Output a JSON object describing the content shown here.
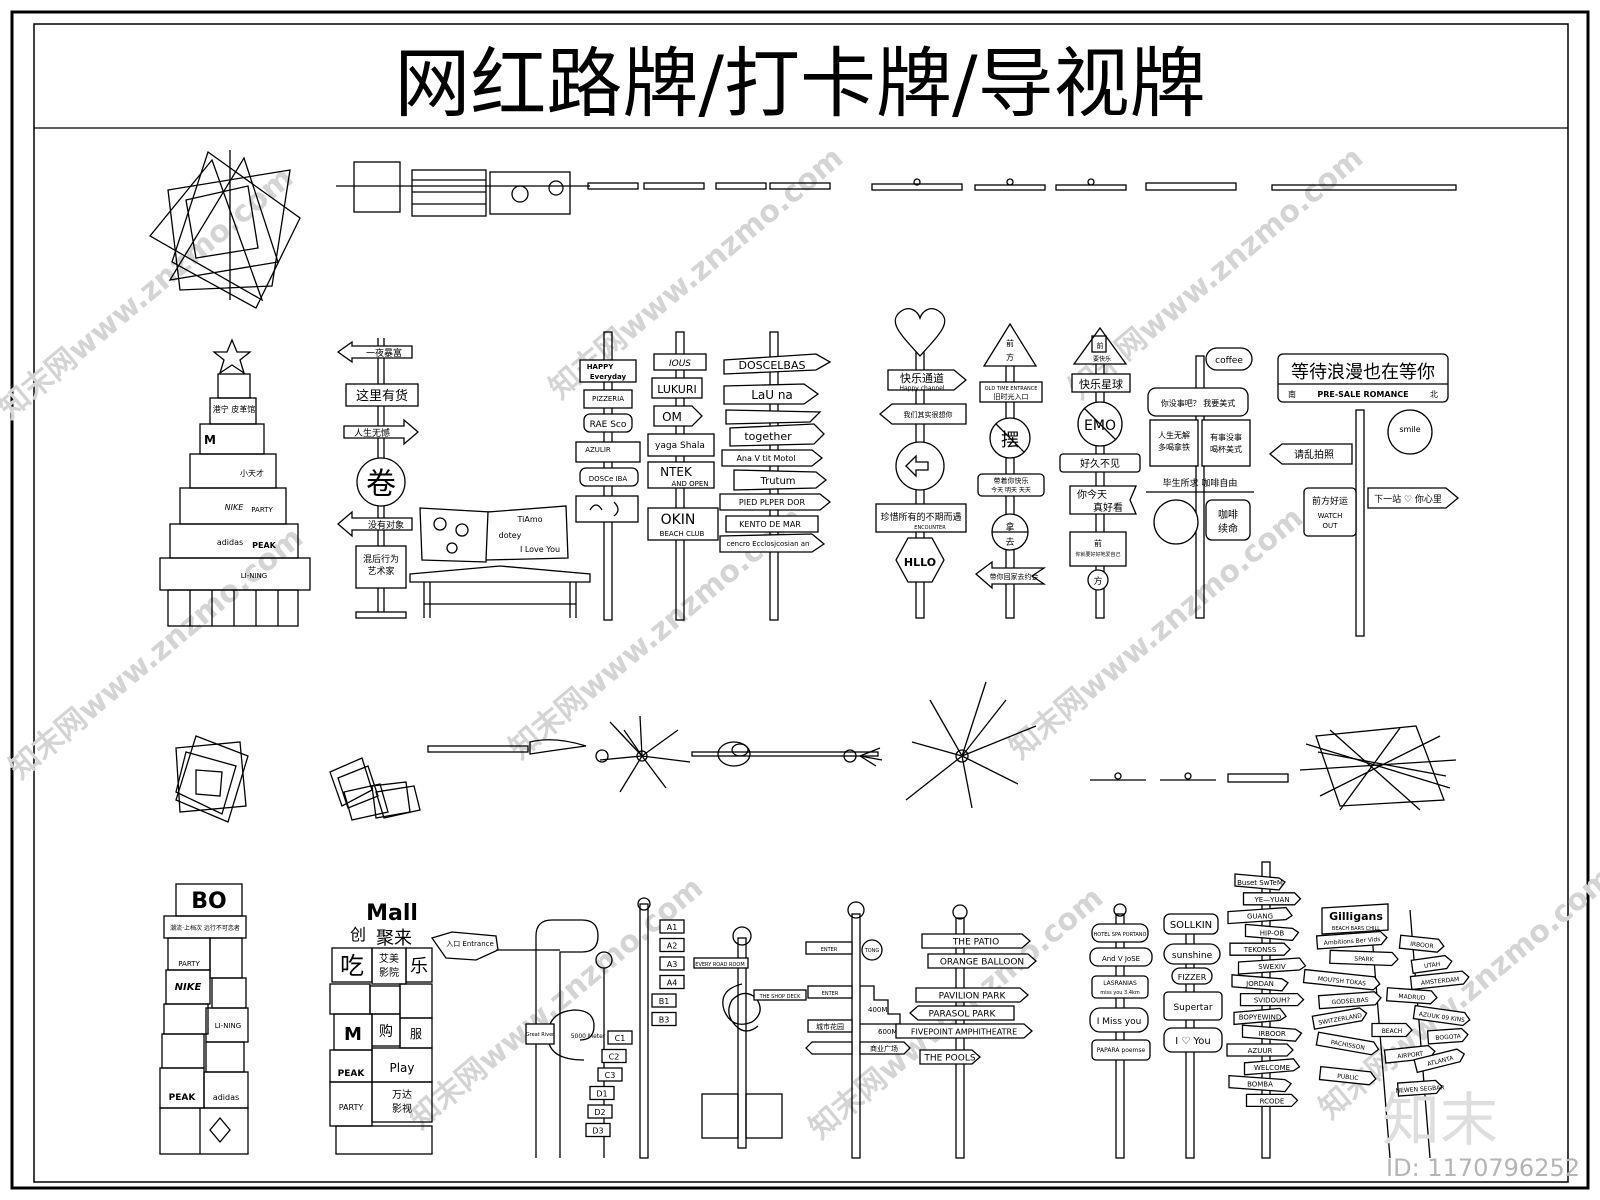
{
  "title": "网红路牌/打卡牌/导视牌",
  "watermark": "知末网www.znzmo.com",
  "brand_mark": "知末",
  "id_label": "ID: 1170796252",
  "colors": {
    "line": "#000000",
    "paper": "#ffffff",
    "watermark": "#d4d4d4"
  },
  "row2": {
    "tree_boxes": [
      "港宁\n皮革馆",
      "M",
      "小天才",
      "NIKE",
      "PARTY",
      "adidas",
      "PEAK",
      "LI-NING"
    ],
    "arrow_pole": [
      "一夜暴富",
      "这里有货",
      "人生无憾",
      "卷",
      "没有对象",
      "混后行为\n艺术家"
    ],
    "bench": [
      "TiAmo",
      "dotey",
      "I Love You"
    ],
    "pole_a": [
      "HAPPY",
      "Everyday",
      "PIZZERIA",
      "RAE Sco",
      "AZULIR",
      "DOSCe IBA"
    ],
    "pole_b": [
      "IOUS",
      "LUKURI",
      "OM",
      "yaga Shala",
      "NTEK",
      "AND OPEN",
      "OKIN",
      "BEACH CLUB"
    ],
    "pole_c": [
      "DOSCELBAS",
      "LaU na",
      "together",
      "Ana V  tit Motol",
      "Trutum",
      "PIED PLPER DOR",
      "KENTO DE MAR",
      "cencro Ecclosjcosian an"
    ],
    "pole_heart": [
      "快乐通道",
      "Happy channel",
      "我们其实很想你",
      "珍惜所有的不期而遇",
      "ENCOUNTER",
      "HLLO"
    ],
    "pole_triangle": [
      "前",
      "方",
      "OLD TIME ENTRANCE",
      "旧时光入口",
      "摆",
      "带着你快乐",
      "今天  明天  天天",
      "拿",
      "去",
      "带你回家去约会"
    ],
    "pole_emo": [
      "前",
      "要快乐",
      "快乐星球",
      "EMO",
      "好久不见",
      "你今天",
      "真好看",
      "前",
      "方"
    ],
    "pole_coffee": [
      "coffee",
      "你没事吧？ 我要美式",
      "人生无解\n多喝拿铁",
      "有事没事\n喝杯美式",
      "毕生所求 咖啡自由",
      "咖啡\n续命"
    ],
    "pole_romance": [
      "等待浪漫也在等你",
      "南",
      "PRE-SALE ROMANCE",
      "北",
      "smile",
      "请乱拍照",
      "前方好运",
      "WATCH\nOUT",
      "下一站 ♡ 你心里"
    ]
  },
  "row4": {
    "tower_1": [
      "BO",
      "PARTY",
      "NIKE",
      "LI-NING",
      "PEAK",
      "adidas"
    ],
    "tower_2": [
      "Mall",
      "聚来",
      "吃",
      "艾美\n影院",
      "乐",
      "M",
      "购",
      "服",
      "PEAK",
      "Play",
      "PARTY",
      "万达\n影视"
    ],
    "hand_sign": "入口 Entrance",
    "curl_sign": "Great River",
    "curl_water": "5000 Meter",
    "floors": [
      "A1",
      "A2",
      "A3",
      "A4",
      "B1",
      "B3",
      "C1",
      "C2",
      "C3",
      "D1",
      "D2",
      "D3"
    ],
    "knot_signs": [
      "EVERY ROAD ROOM",
      "THE SHOP DECK"
    ],
    "stair_signs": [
      "ENTER",
      "ENTER",
      "TONG",
      "400M",
      "600M",
      "城市花园",
      "商业广场"
    ],
    "patio": [
      "THE PATIO",
      "ORANGE BALLOON",
      "PAVILION PARK",
      "PARASOL PARK",
      "FIVEPOINT AMPHITHEATRE",
      "THE POOLS"
    ],
    "love_pole": [
      "HOTEL SPA PORTANO",
      "And  V JoSE",
      "LASRANIAS",
      "miss you 3.4km",
      "I Miss you",
      "PAPARA  poemse"
    ],
    "sollkin": [
      "SOLLKIN",
      "sunshine",
      "FIZZER",
      "Supertar",
      "I ♡ You"
    ],
    "tall_pole": [
      "Buset  SwTeM",
      "YE—YUAN",
      "GUANG",
      "HIP-OB",
      "TEKONSS",
      "SWEXIV",
      "JORDAN",
      "SVIDOUH?",
      "BOPYEWIND",
      "IRBOOR",
      "AZUUR",
      "WELCOME",
      "BOMBA",
      "RCODE"
    ],
    "gilligans": [
      "Gilligans",
      "BEACH BARS CHILL",
      "Ambitions Ber Vids",
      "IRBOOR",
      "SPARK",
      "UTAH",
      "MOUTSH TOKAS",
      "AMSTERDAM",
      "MADRUD",
      "GODSELBAS",
      "AZUUK 09 KINS",
      "SWITZERLAND",
      "BEACH",
      "BOGOTA",
      "PACHISSON",
      "AIRPORT",
      "ATLANTA",
      "PUBLIC",
      "NEWEN SEGBAR"
    ]
  }
}
